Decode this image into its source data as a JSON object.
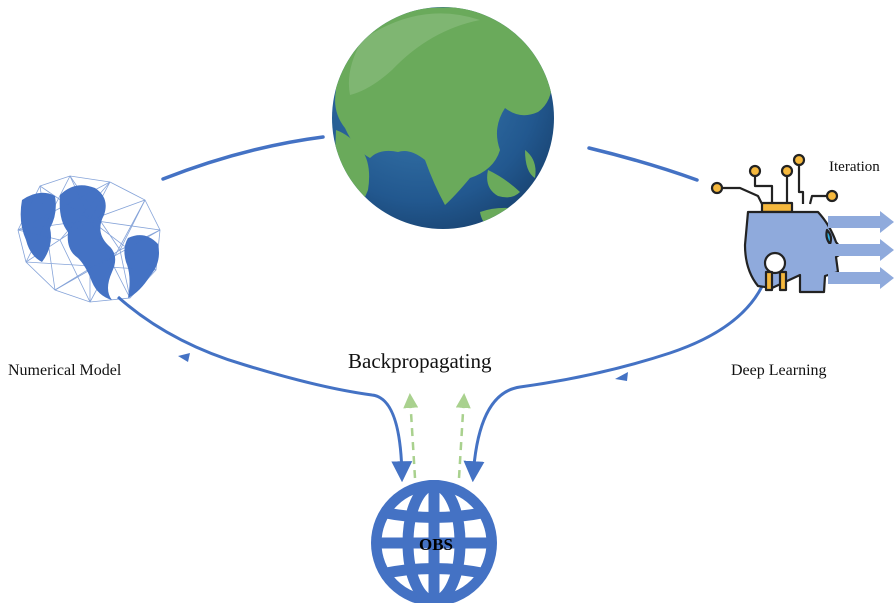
{
  "labels": {
    "numerical_model": "Numerical Model",
    "deep_learning": "Deep Learning",
    "iteration": "Iteration",
    "backpropagating": "Backpropagating",
    "obs": "OBS"
  },
  "icons": {
    "earth": "globe-icon",
    "numerical_model": "wireframe-globe-icon",
    "deep_learning": "ai-head-circuit-icon",
    "iteration": "arrow-right-icon",
    "obs": "globe-grid-icon"
  },
  "colors": {
    "flow_line": "#4472c4",
    "dashed_flow": "#a9d18e",
    "ocean_dark": "#1f4e79",
    "land": "#6aaa5b",
    "obs_globe": "#4472c4",
    "iteration_arrows": "#8faadc"
  }
}
